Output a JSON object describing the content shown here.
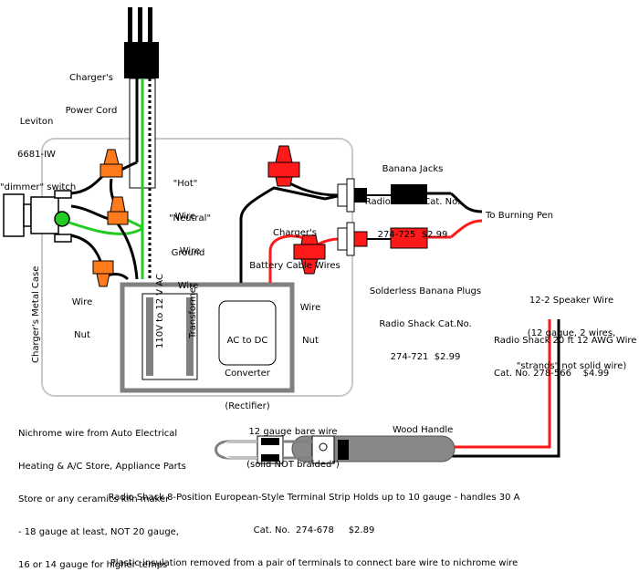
{
  "labels": {
    "power_cord": [
      "Charger's",
      "Power Cord"
    ],
    "leviton": [
      "Leviton",
      "6681-IW",
      "\"dimmer\" switch"
    ],
    "hot_wire": [
      "\"Hot\"",
      "Wire"
    ],
    "neutral_wire": [
      "\"Neutral\"",
      "Wire"
    ],
    "ground_wire": [
      "Ground",
      "Wire"
    ],
    "wire_nut_left": [
      "Wire",
      "Nut"
    ],
    "wire_nut_right": [
      "Wire",
      "Nut"
    ],
    "metal_case": "Charger's Metal Case",
    "transformer": [
      "110V to 12 V AC",
      "Transformer"
    ],
    "converter": [
      "AC to DC",
      "Converter",
      "(Rectifier)"
    ],
    "battery_cables": [
      "Charger's",
      "Battery Cable Wires"
    ],
    "banana_jacks": [
      "Banana Jacks",
      "Radio Shack Cat. No.",
      "274-725  $2.99"
    ],
    "to_burning_pen": "To Burning Pen",
    "banana_plugs": [
      "Solderless Banana Plugs",
      "Radio Shack Cat.No.",
      "274-721  $2.99"
    ],
    "speaker_wire": [
      "12-2 Speaker Wire",
      "(12 gague, 2 wires,",
      "\"strands\" not solid wire)"
    ],
    "speaker_wire_cat": [
      "Radio Shack 20 ft 12 AWG Wire",
      "Cat. No. 278-566    $4.99"
    ],
    "nichrome": [
      "Nichrome wire from Auto Electrical",
      "Heating & A/C Store, Appliance Parts",
      "Store or any ceramics kiln maker",
      "- 18 gauge at least, NOT 20 gauge,",
      "16 or 14 gauge for higher temps"
    ],
    "bare_wire": [
      "12 gauge bare wire",
      "(solid NOT braided\")"
    ],
    "wood_handle": "Wood Handle",
    "terminal_strip": [
      "Radio Shack 8-Position European-Style Terminal Strip Holds up to 10 gauge - handles 30 A",
      "Cat. No.  274-678     $2.89",
      "Plastic insulation removed from a pair of terminals to connect bare wire to nichrome wire"
    ]
  },
  "colors": {
    "red": "#ff1a1a",
    "orange": "#ff7a1a",
    "green": "#22cc22",
    "black": "#000000",
    "case_border": "#c8c8c8",
    "handle": "#888888"
  }
}
